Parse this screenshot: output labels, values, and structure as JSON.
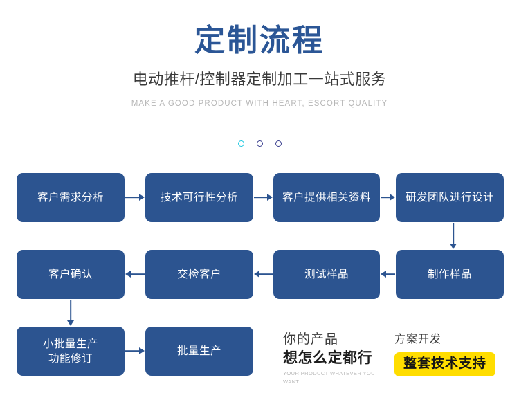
{
  "header": {
    "title": "定制流程",
    "subtitle": "电动推杆/控制器定制加工一站式服务",
    "tagline": "MAKE A GOOD PRODUCT  WITH HEART, ESCORT QUALITY"
  },
  "dots": [
    {
      "name": "dot-1",
      "color": "#22c8e0"
    },
    {
      "name": "dot-2",
      "color": "#3a3f8f"
    },
    {
      "name": "dot-3",
      "color": "#3a3f8f"
    }
  ],
  "colors": {
    "node_fill": "#2c5490",
    "node_text": "#ffffff",
    "title_blue": "#2b5696",
    "accent_cyan": "#22c8e0",
    "highlight_yellow": "#ffdd00",
    "arrow": "#2c5490"
  },
  "flow": {
    "rows": [
      {
        "direction": "left-to-right",
        "nodes": [
          "客户需求分析",
          "技术可行性分析",
          "客户提供相关资料",
          "研发团队进行设计"
        ]
      },
      {
        "direction": "right-to-left",
        "nodes": [
          "客户确认",
          "交检客户",
          "测试样品",
          "制作样品"
        ]
      },
      {
        "direction": "left-to-right",
        "nodes": [
          "小批量生产\n功能修订",
          "批量生产"
        ]
      }
    ]
  },
  "slogan_left": {
    "line1": "你的产品",
    "line2": "想怎么定都行",
    "english": "YOUR PRODUCT WHATEVER YOU WANT"
  },
  "slogan_right": {
    "label": "方案开发",
    "pill": "整套技术支持"
  }
}
